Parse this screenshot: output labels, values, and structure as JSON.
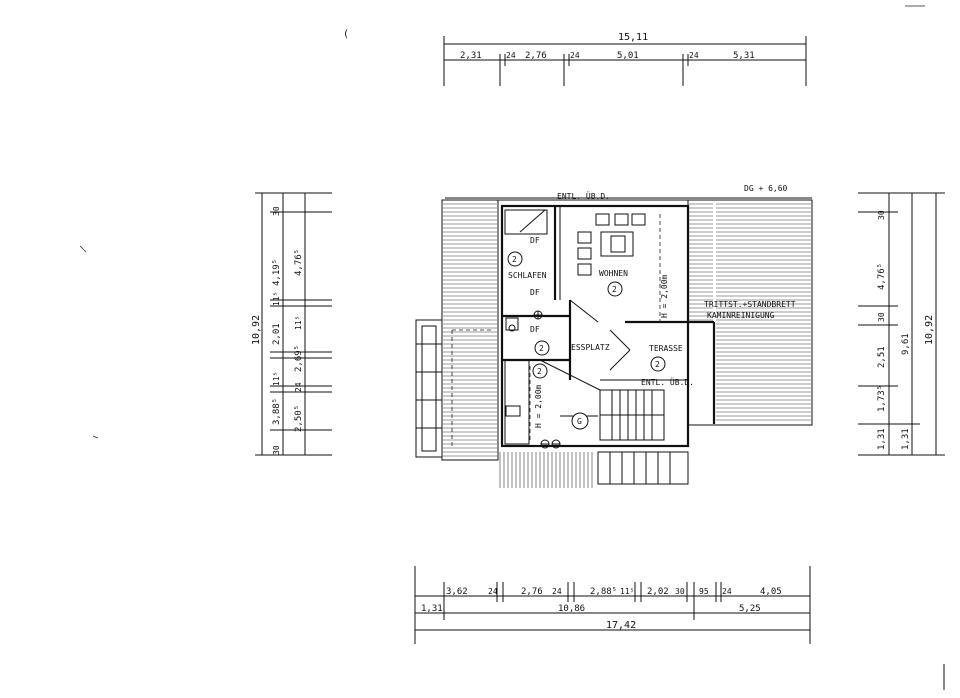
{
  "top_dims": {
    "overall": "15,11",
    "segments": [
      "2,31",
      "24",
      "2,76",
      "24",
      "5,01",
      "24",
      "5,31"
    ]
  },
  "left_dims": {
    "overall": "10,92",
    "col1": [
      "30",
      "3,88⁵",
      "11⁵",
      "2,01",
      "11⁵",
      "4,19⁵",
      "30"
    ],
    "col2": [
      "2,50⁵",
      "24",
      "2,69⁵",
      "11⁵",
      "4,76⁵"
    ]
  },
  "right_dims": {
    "overall": "10,92",
    "mid": "9,61",
    "col1": [
      "30",
      "4,76⁵",
      "30",
      "2,51",
      "1,73⁵",
      "1,31"
    ],
    "col2": [
      "1,31"
    ]
  },
  "bottom_dims": {
    "row1": [
      "3,62",
      "24",
      "2,76",
      "24",
      "2,88⁵",
      "11⁵",
      "2,02",
      "30",
      "95",
      "24",
      "4,05"
    ],
    "row2": [
      "1,31",
      "10,86",
      "5,25"
    ],
    "row3": "17,42"
  },
  "labels": {
    "entl_top": "ENTL. ÜB.D.",
    "dg": "DG + 6,60",
    "schlafen": "SCHLAFEN",
    "wohnen": "WOHNEN",
    "essplatz": "ESSPLATZ",
    "terasse": "TERASSE",
    "entl_mid": "ENTL. ÜB.D.",
    "trittst": "TRITTST.+STANDBRETT",
    "kamin": "KAMINREINIGUNG",
    "df1": "DF",
    "df2": "DF",
    "df3": "DF",
    "h_wohnen": "H = 2,00m",
    "h_ess": "H = 2,00m",
    "room_num": "2",
    "g": "G",
    "paren": "("
  },
  "colors": {
    "ink": "#111111",
    "paper": "#ffffff"
  }
}
